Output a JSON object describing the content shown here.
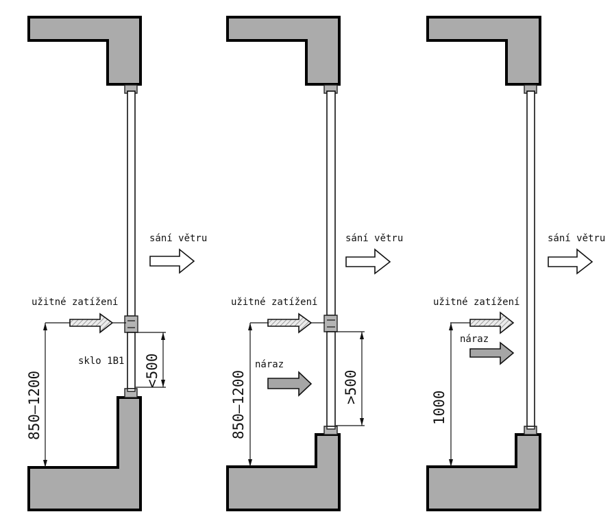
{
  "diagram": {
    "panels": [
      {
        "id": "panel-1",
        "wind_label": "sání větru",
        "load_label": "užitné zatížení",
        "glass_label": "sklo 1B1",
        "height_dimension": "850–1200",
        "glass_dimension": "<500"
      },
      {
        "id": "panel-2",
        "wind_label": "sání větru",
        "load_label": "užitné zatížení",
        "impact_label": "náraz",
        "height_dimension": "850–1200",
        "glass_dimension": ">500"
      },
      {
        "id": "panel-3",
        "wind_label": "sání větru",
        "load_label": "užitné zatížení",
        "impact_label": "náraz",
        "height_dimension": "1000"
      }
    ],
    "colors": {
      "wall_fill": "#ababab",
      "outline": "#000000",
      "impact_arrow": "#a6a6a6"
    }
  }
}
